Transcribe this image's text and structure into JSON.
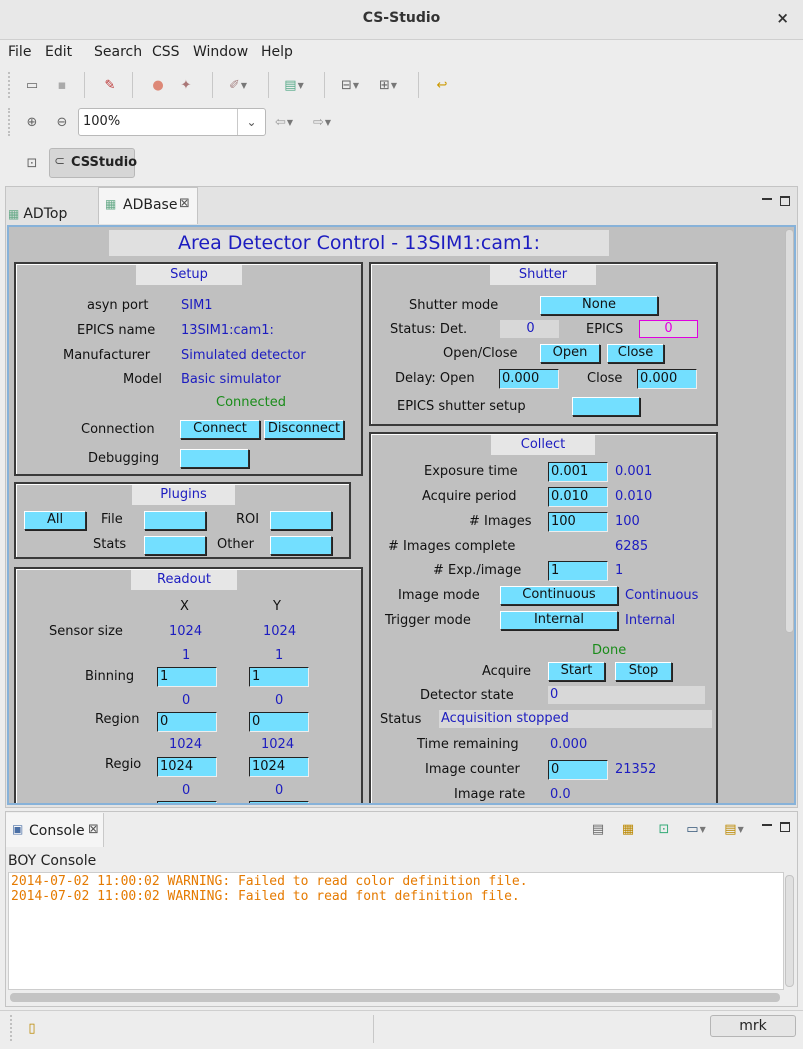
{
  "window": {
    "title": "CS-Studio",
    "close": "×"
  },
  "menu": [
    "File",
    "Edit",
    "Search",
    "CSS",
    "Window",
    "Help"
  ],
  "toolbar": {
    "zoom": "100%"
  },
  "perspective": {
    "label": "CSStudio"
  },
  "tabs": [
    {
      "label": "ADTop"
    },
    {
      "label": "ADBase"
    }
  ],
  "opi": {
    "title": "Area Detector Control - 13SIM1:cam1:",
    "setup": {
      "title": "Setup",
      "asyn_port_label": "asyn port",
      "asyn_port": "SIM1",
      "epics_name_label": "EPICS name",
      "epics_name": "13SIM1:cam1:",
      "manufacturer_label": "Manufacturer",
      "manufacturer": "Simulated detector",
      "model_label": "Model",
      "model": "Basic simulator",
      "connected": "Connected",
      "connection_label": "Connection",
      "connect": "Connect",
      "disconnect": "Disconnect",
      "debugging_label": "Debugging"
    },
    "plugins": {
      "title": "Plugins",
      "all": "All",
      "file": "File",
      "roi": "ROI",
      "stats": "Stats",
      "other": "Other"
    },
    "readout": {
      "title": "Readout",
      "x": "X",
      "y": "Y",
      "sensor_label": "Sensor size",
      "sensor_x": "1024",
      "sensor_y": "1024",
      "binning_rb_x": "1",
      "binning_rb_y": "1",
      "binning_label": "Binning",
      "binning_x": "1",
      "binning_y": "1",
      "region_rb_x": "0",
      "region_rb_y": "0",
      "region_label": "Region",
      "region_x": "0",
      "region_y": "0",
      "regio_rb_x": "1024",
      "regio_rb_y": "1024",
      "regio_label": "Regio",
      "regio_x": "1024",
      "regio_y": "1024",
      "next_rb_x": "0",
      "next_rb_y": "0"
    },
    "shutter": {
      "title": "Shutter",
      "mode_label": "Shutter mode",
      "mode": "None",
      "status_label": "Status: Det.",
      "status_det": "0",
      "epics_label": "EPICS",
      "epics_val": "0",
      "openclose_label": "Open/Close",
      "open": "Open",
      "close": "Close",
      "delay_label": "Delay: Open",
      "delay_open": "0.000",
      "close_label": "Close",
      "delay_close": "0.000",
      "setup_label": "EPICS shutter setup"
    },
    "collect": {
      "title": "Collect",
      "exposure_label": "Exposure time",
      "exposure": "0.001",
      "exposure_rb": "0.001",
      "period_label": "Acquire period",
      "period": "0.010",
      "period_rb": "0.010",
      "images_label": "# Images",
      "images": "100",
      "images_rb": "100",
      "complete_label": "# Images complete",
      "complete": "6285",
      "exp_label": "# Exp./image",
      "exp": "1",
      "exp_rb": "1",
      "imode_label": "Image mode",
      "imode": "Continuous",
      "imode_rb": "Continuous",
      "trigger_label": "Trigger mode",
      "trigger": "Internal",
      "trigger_rb": "Internal",
      "done": "Done",
      "acquire_label": "Acquire",
      "start": "Start",
      "stop": "Stop",
      "detstate_label": "Detector state",
      "detstate": "0",
      "status_label": "Status",
      "status": "Acquisition stopped",
      "remaining_label": "Time remaining",
      "remaining": "0.000",
      "counter_label": "Image counter",
      "counter": "0",
      "counter_rb": "21352",
      "rate_label": "Image rate",
      "rate": "0.0"
    }
  },
  "console": {
    "tab": "Console",
    "title": "BOY Console",
    "lines": [
      "2014-07-02 11:00:02 WARNING: Failed to read color definition file.",
      "2014-07-02 11:00:02 WARNING: Failed to read font definition file."
    ]
  },
  "status": {
    "user": "mrk"
  }
}
